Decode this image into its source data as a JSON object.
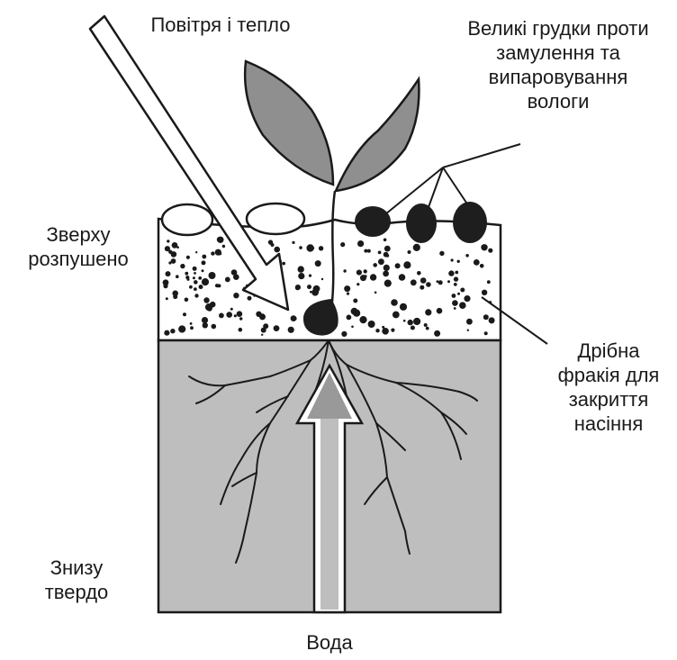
{
  "labels": {
    "air_heat": "Повітря і тепло",
    "big_clumps": [
      "Великі грудки проти",
      "замулення та",
      "випаровування",
      "вологи"
    ],
    "top_loose": [
      "Зверху",
      "розпушено"
    ],
    "fine_fraction": [
      "Дрібна",
      "фракія для",
      "закриття",
      "насіння"
    ],
    "bottom_hard": [
      "Знизу",
      "твердо"
    ],
    "water": "Вода"
  },
  "colors": {
    "subsoil": "#bebebe",
    "leaf": "#8f8f8f",
    "clump": "#1e1e1e",
    "pebble": "#ffffff",
    "outline": "#1a1a1a"
  }
}
